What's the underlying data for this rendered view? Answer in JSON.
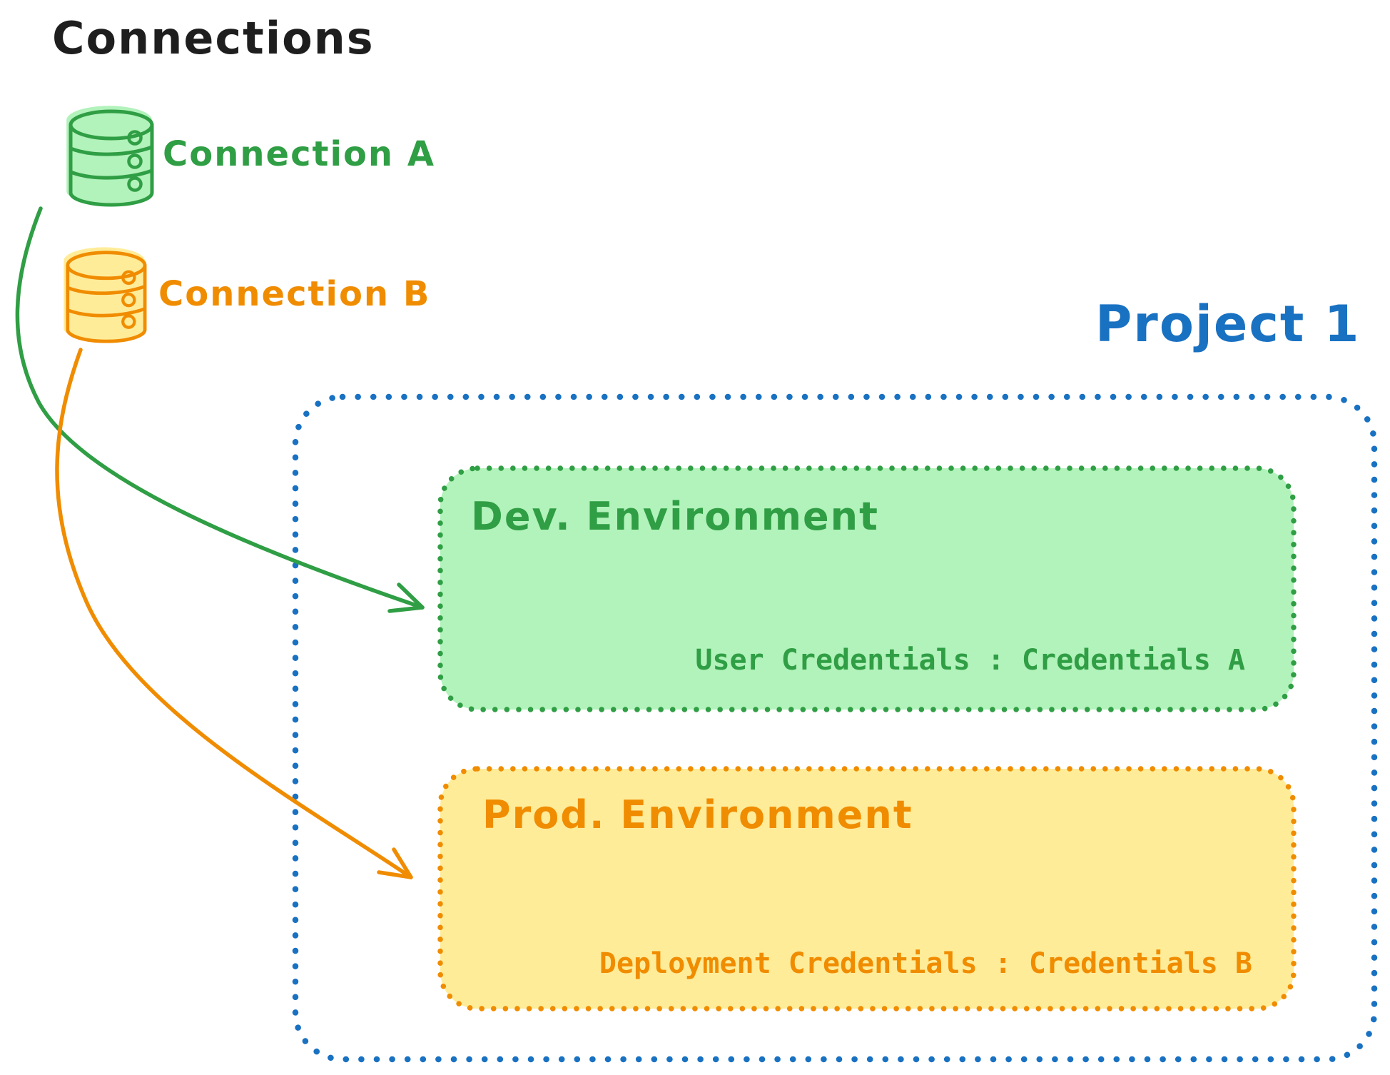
{
  "title": "Connections",
  "title_color": "#1e1e1e",
  "connections": [
    {
      "label": "Connection A",
      "icon": "database-icon",
      "stroke_color": "#2f9e44",
      "fill_color": "#b2f2bb"
    },
    {
      "label": "Connection B",
      "icon": "database-icon",
      "stroke_color": "#f08c00",
      "fill_color": "#ffec99"
    }
  ],
  "project": {
    "label": "Project 1",
    "border_color": "#1971c2",
    "environments": [
      {
        "title": "Dev. Environment",
        "credentials": "User Credentials : Credentials A",
        "stroke_color": "#2f9e44",
        "fill_color": "#b2f2bb"
      },
      {
        "title": "Prod. Environment",
        "credentials": "Deployment Credentials : Credentials B",
        "stroke_color": "#f08c00",
        "fill_color": "#ffec99"
      }
    ]
  },
  "arrows": [
    {
      "from": "Connection A",
      "to": "Dev. Environment",
      "color": "#2f9e44"
    },
    {
      "from": "Connection B",
      "to": "Prod. Environment",
      "color": "#f08c00"
    }
  ]
}
